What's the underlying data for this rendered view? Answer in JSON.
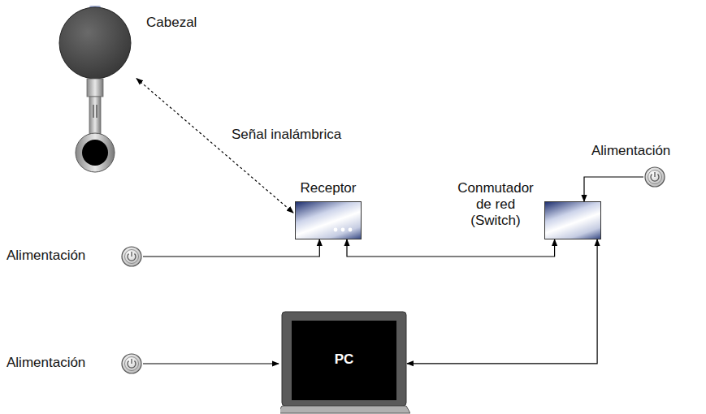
{
  "diagram": {
    "nodes": [
      {
        "text": [
          "Cabezal"
        ]
      },
      {
        "text": [
          "Alimentación"
        ]
      },
      {
        "text": [
          "Receptor"
        ]
      },
      {
        "text": [
          "Conmutador de red (Switch)"
        ]
      },
      {
        "text": [
          "Alimentación"
        ]
      },
      {
        "text": [
          "Alimentación"
        ]
      },
      {
        "text": [
          "PC"
        ]
      }
    ],
    "edges": [
      {
        "from": 0,
        "to": 2,
        "arrow": "both",
        "label": "Señal inalámbrica"
      },
      {
        "from": 4,
        "to": 2,
        "arrow": "to"
      },
      {
        "from": 2,
        "to": 3,
        "arrow": "both"
      },
      {
        "from": 1,
        "to": 3,
        "arrow": "to"
      },
      {
        "from": 3,
        "to": 6,
        "arrow": "both"
      },
      {
        "from": 5,
        "to": 6,
        "arrow": "to"
      }
    ]
  }
}
